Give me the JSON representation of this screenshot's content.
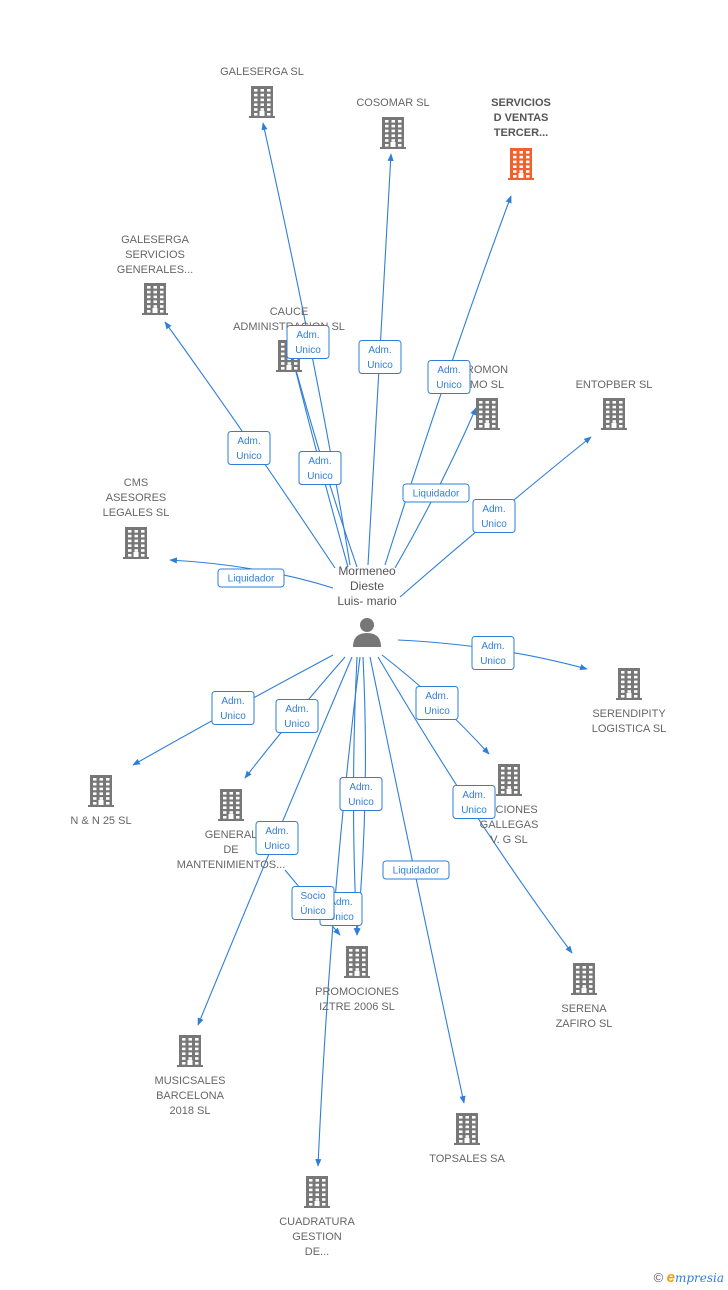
{
  "center": {
    "label_lines": [
      "Mormeneo",
      "Dieste",
      "Luis- mario"
    ],
    "icon": "person-icon"
  },
  "companies": [
    {
      "id": "galeserga",
      "label_lines": [
        "GALESERGA SL"
      ],
      "highlight": false,
      "icon": "building-icon"
    },
    {
      "id": "cosomar",
      "label_lines": [
        "COSOMAR SL"
      ],
      "highlight": false,
      "icon": "building-icon"
    },
    {
      "id": "servicios",
      "label_lines": [
        "SERVICIOS",
        "D VENTAS",
        "TERCER..."
      ],
      "highlight": true,
      "icon": "building-icon"
    },
    {
      "id": "galeserga-servicios",
      "label_lines": [
        "GALESERGA",
        "SERVICIOS",
        "GENERALES..."
      ],
      "highlight": false,
      "icon": "building-icon"
    },
    {
      "id": "cauce",
      "label_lines": [
        "CAUCE",
        "ADMINISTRACION SL"
      ],
      "highlight": false,
      "icon": "building-icon"
    },
    {
      "id": "promon",
      "label_lines": [
        "ROMON",
        "MO SL"
      ],
      "highlight": false,
      "icon": "building-icon"
    },
    {
      "id": "entopber",
      "label_lines": [
        "ENTOPBER SL"
      ],
      "highlight": false,
      "icon": "building-icon"
    },
    {
      "id": "cms",
      "label_lines": [
        "CMS",
        "ASESORES",
        "LEGALES SL"
      ],
      "highlight": false,
      "icon": "building-icon"
    },
    {
      "id": "serendipity",
      "label_lines": [
        "SERENDIPITY",
        "LOGISTICA SL"
      ],
      "highlight": false,
      "icon": "building-icon"
    },
    {
      "id": "nn25",
      "label_lines": [
        "N & N 25 SL"
      ],
      "highlight": false,
      "icon": "building-icon"
    },
    {
      "id": "general-mant",
      "label_lines": [
        "GENERAL",
        "DE",
        "MANTENIMIENTOS..."
      ],
      "highlight": false,
      "icon": "building-icon"
    },
    {
      "id": "aplicaciones",
      "label_lines": [
        "CACIONES",
        "GALLEGAS",
        "V. G SL"
      ],
      "highlight": false,
      "icon": "building-icon"
    },
    {
      "id": "promociones",
      "label_lines": [
        "PROMOCIONES",
        "IZTRE 2006 SL"
      ],
      "highlight": false,
      "icon": "building-icon"
    },
    {
      "id": "serena",
      "label_lines": [
        "SERENA",
        "ZAFIRO SL"
      ],
      "highlight": false,
      "icon": "building-icon"
    },
    {
      "id": "musicsales",
      "label_lines": [
        "MUSICSALES",
        "BARCELONA",
        "2018 SL"
      ],
      "highlight": false,
      "icon": "building-icon"
    },
    {
      "id": "topsales",
      "label_lines": [
        "TOPSALES SA"
      ],
      "highlight": false,
      "icon": "building-icon"
    },
    {
      "id": "cuadratura",
      "label_lines": [
        "CUADRATURA",
        "GESTION",
        "DE..."
      ],
      "highlight": false,
      "icon": "building-icon"
    }
  ],
  "edges": [
    {
      "to": "galeserga",
      "label_lines": [
        "Adm.",
        "Unico"
      ]
    },
    {
      "to": "cosomar",
      "label_lines": [
        "Adm.",
        "Unico"
      ]
    },
    {
      "to": "servicios",
      "label_lines": [
        "Adm.",
        "Unico"
      ]
    },
    {
      "to": "galeserga-servicios",
      "label_lines": [
        "Adm.",
        "Unico"
      ]
    },
    {
      "to": "cauce",
      "label_lines": [
        "Adm.",
        "Unico"
      ]
    },
    {
      "to": "cauce",
      "label_lines": [
        "Adm.",
        "Unico"
      ]
    },
    {
      "to": "promon",
      "label_lines": [
        "Liquidador"
      ]
    },
    {
      "to": "entopber",
      "label_lines": [
        "Adm.",
        "Unico"
      ]
    },
    {
      "to": "cms",
      "label_lines": [
        "Liquidador"
      ]
    },
    {
      "to": "serendipity",
      "label_lines": [
        "Adm.",
        "Unico"
      ]
    },
    {
      "to": "nn25",
      "label_lines": [
        "Adm.",
        "Unico"
      ]
    },
    {
      "to": "general-mant",
      "label_lines": [
        "Adm.",
        "Unico"
      ]
    },
    {
      "to": "aplicaciones",
      "label_lines": [
        "Adm.",
        "Unico"
      ]
    },
    {
      "to": "promociones",
      "label_lines": [
        "Adm.",
        "Unico"
      ]
    },
    {
      "to": "promociones",
      "label_lines": [
        "Adm.",
        "Unico"
      ]
    },
    {
      "to": "promociones",
      "label_lines": [
        "Socio",
        "Único"
      ]
    },
    {
      "to": "serena",
      "label_lines": [
        "Adm.",
        "Unico"
      ]
    },
    {
      "to": "musicsales",
      "label_lines": [
        "Adm.",
        "Unico"
      ]
    },
    {
      "to": "topsales",
      "label_lines": [
        "Liquidador"
      ]
    },
    {
      "to": "cuadratura",
      "label_lines": [
        "Adm.",
        "Unico"
      ]
    }
  ],
  "colors": {
    "edge": "#2f7fd8",
    "building": "#777777",
    "building_highlight": "#f0622d",
    "person": "#777777"
  },
  "footer": {
    "copyright": "©",
    "brand_initial": "e",
    "brand_rest": "mpresia"
  }
}
